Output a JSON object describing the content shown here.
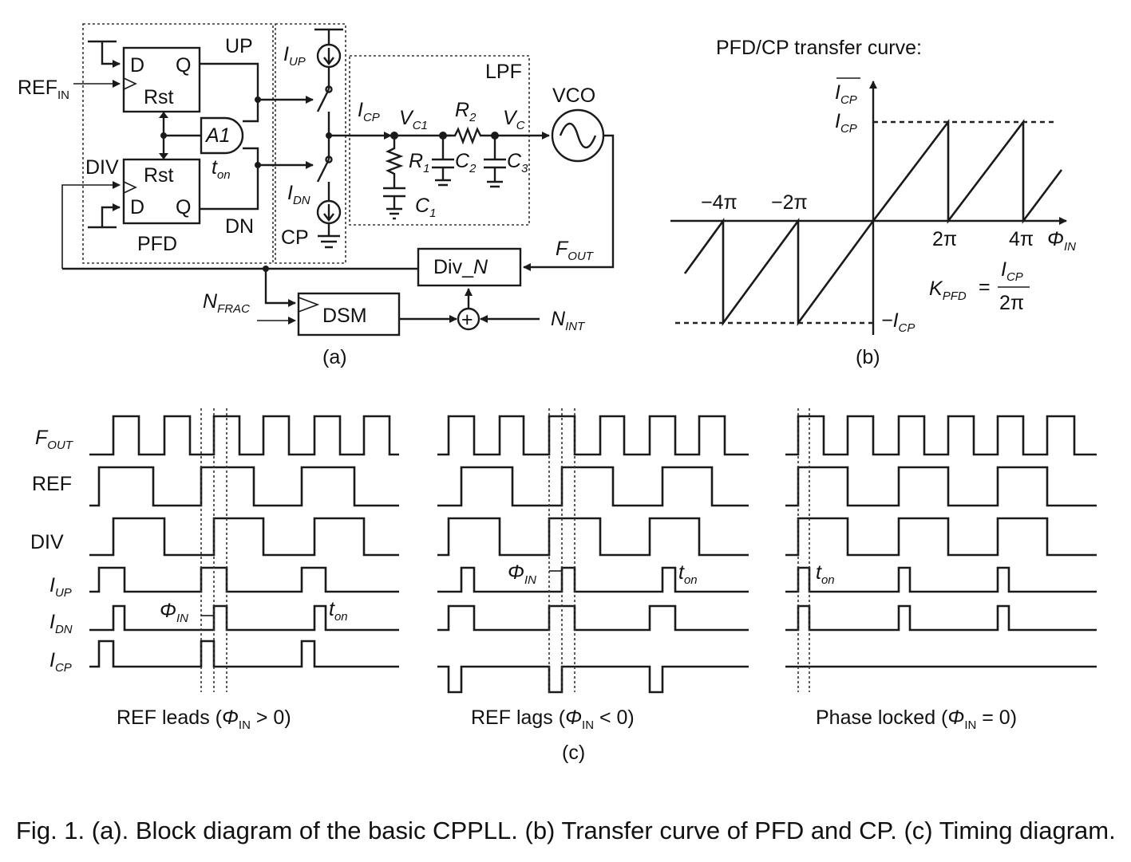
{
  "caption": "Fig. 1. (a). Block diagram of the basic CPPLL. (b) Transfer curve of PFD and CP. (c) Timing diagram.",
  "panel_a": {
    "label": "(a)",
    "ref_in": "REF",
    "ref_in_sub": "IN",
    "div": "DIV",
    "d_top": "D",
    "q_top": "Q",
    "rst_top": "Rst",
    "rst_bot": "Rst",
    "d_bot": "D",
    "q_bot": "Q",
    "a1": "A1",
    "ton_t": "t",
    "ton_sub": "on",
    "up": "UP",
    "dn": "DN",
    "pfd": "PFD",
    "iup": "I",
    "iup_sub": "UP",
    "idn": "I",
    "idn_sub": "DN",
    "cp": "CP",
    "lpf": "LPF",
    "icp": "I",
    "icp_sub": "CP",
    "vc1": "V",
    "vc1_sub": "C1",
    "r2": "R",
    "r2_sub": "2",
    "vc": "V",
    "vc_sub": "C",
    "r1": "R",
    "r1_sub": "1",
    "c2": "C",
    "c2_sub": "2",
    "c3": "C",
    "c3_sub": "3",
    "c1": "C",
    "c1_sub": "1",
    "vco": "VCO",
    "fout": "F",
    "fout_sub": "OUT",
    "divn": "Div_",
    "divn_n": "N",
    "nfrac": "N",
    "nfrac_sub": "FRAC",
    "dsm": "DSM",
    "nint": "N",
    "nint_sub": "INT",
    "plus": "+"
  },
  "panel_b": {
    "title": "PFD/CP transfer curve:",
    "label": "(b)",
    "y_top": "I",
    "y_top_sub": "CP",
    "y_pos": "I",
    "y_pos_sub": "CP",
    "y_neg": "−I",
    "y_neg_sub": "CP",
    "x_m4pi": "−4π",
    "x_m2pi": "−2π",
    "x_2pi": "2π",
    "x_4pi": "4π",
    "x_axis": "Φ",
    "x_axis_sub": "IN",
    "k_pfd": "K",
    "k_pfd_sub": "PFD",
    "k_eq": "=",
    "k_num": "I",
    "k_num_sub": "CP",
    "k_den": "2π"
  },
  "panel_c": {
    "label": "(c)",
    "rows": [
      {
        "main": "F",
        "sub": "OUT"
      },
      {
        "main": "REF",
        "sub": ""
      },
      {
        "main": "DIV",
        "sub": ""
      },
      {
        "main": "I",
        "sub": "UP"
      },
      {
        "main": "I",
        "sub": "DN"
      },
      {
        "main": "I",
        "sub": "CP"
      }
    ],
    "cases": [
      {
        "title": "REF leads (",
        "phi": "Φ",
        "phi_sub": "IN",
        "rel": " > 0)"
      },
      {
        "title": "REF lags (",
        "phi": "Φ",
        "phi_sub": "IN",
        "rel": " < 0)"
      },
      {
        "title": "Phase locked (",
        "phi": "Φ",
        "phi_sub": "IN",
        "rel": " = 0)"
      }
    ],
    "ann_phi": "Φ",
    "ann_phi_sub": "IN",
    "ann_ton": "t",
    "ann_ton_sub": "on"
  },
  "colors": {
    "ink": "#1a1a1a",
    "background": "#ffffff"
  },
  "icons": [
    "current-source-icon",
    "switch-icon",
    "resistor-icon",
    "capacitor-icon",
    "ground-icon",
    "sine-wave-icon",
    "summer-icon"
  ]
}
